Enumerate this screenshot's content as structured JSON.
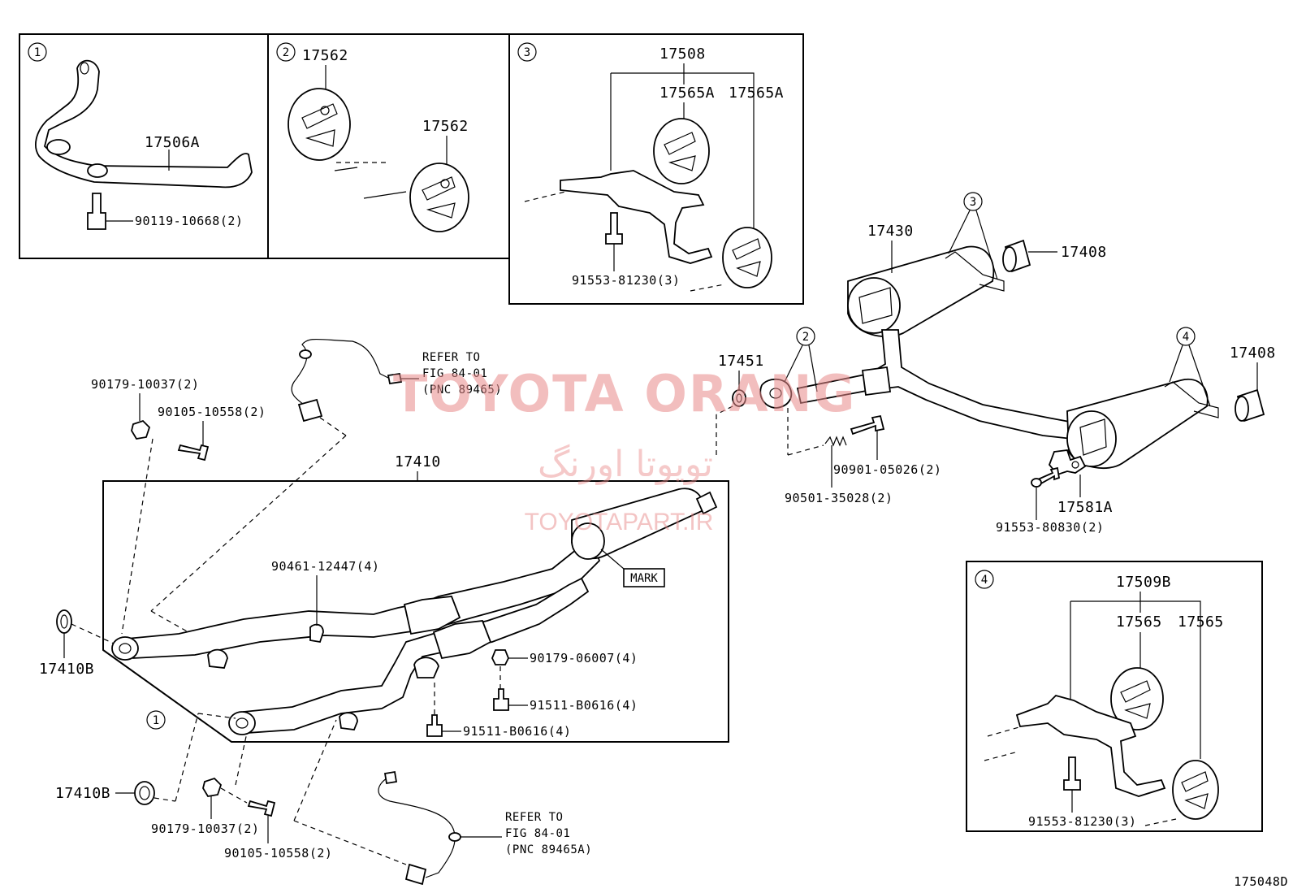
{
  "inset_1": {
    "callout": "1",
    "part": "17506A",
    "bolt": "90119-10668(2)"
  },
  "inset_2": {
    "callout": "2",
    "part_top": "17562",
    "part_bottom": "17562"
  },
  "inset_3": {
    "callout": "3",
    "assy": "17508",
    "sub_left": "17565A",
    "sub_right": "17565A",
    "bolt": "91553-81230(3)"
  },
  "inset_4": {
    "callout": "4",
    "assy": "17509B",
    "sub_left": "17565",
    "sub_right": "17565",
    "bolt": "91553-81230(3)"
  },
  "main": {
    "front_pipe": "17410",
    "gasket_upper": "17410B",
    "gasket_lower": "17410B",
    "nut_upper": "90179-10037(2)",
    "bolt_upper": "90105-10558(2)",
    "nut_lower": "90179-10037(2)",
    "bolt_lower": "90105-10558(2)",
    "stud": "90461-12447(4)",
    "nut_mid": "90179-06007(4)",
    "bolt_mid_a": "91511-B0616(4)",
    "bolt_mid_b": "91511-B0616(4)",
    "mark": "MARK",
    "callout_1": "1",
    "ref_upper": {
      "l1": "REFER TO",
      "l2": "FIG 84-01",
      "l3": "(PNC 89465)"
    },
    "ref_lower": {
      "l1": "REFER TO",
      "l2": "FIG 84-01",
      "l3": "(PNC 89465A)"
    }
  },
  "rear": {
    "muffler_upper": "17430",
    "callout_3": "3",
    "tip_upper": "17408",
    "gasket": "17451",
    "callout_2": "2",
    "bolt": "90901-05026(2)",
    "spring": "90501-35028(2)",
    "callout_4": "4",
    "tip_lower": "17408",
    "bracket": "17581A",
    "bracket_bolt": "91553-80830(2)"
  },
  "watermark": {
    "brand": "TOYOTA ORANG",
    "brand_fa": "تویوتا اورنگ",
    "site": "TOYOTAPART.IR"
  },
  "figure_id": "175048D"
}
